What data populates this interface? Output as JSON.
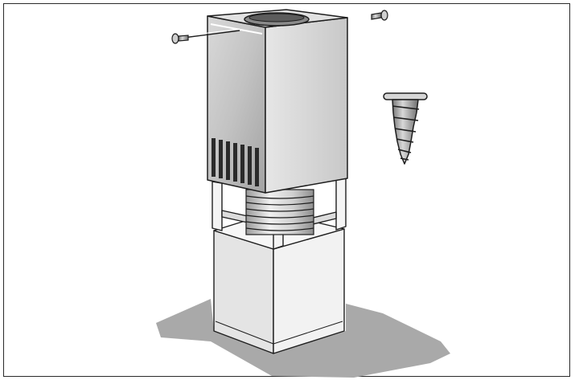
{
  "diagram": {
    "subject": "appliance-mounting-illustration",
    "colors": {
      "outline": "#1e1e1e",
      "shadow": "#a9a9a9",
      "metal_light": "#e8e8e8",
      "metal_mid": "#bdbdbd",
      "metal_dark": "#8c8c8c",
      "base_face": "#eeeeee",
      "base_side": "#dcdcdc"
    },
    "components": [
      "top-housing",
      "vent-slots",
      "bellows-duct",
      "base-pedestal",
      "floor-shadow",
      "screw-left",
      "screw-right",
      "screw-detail"
    ]
  }
}
